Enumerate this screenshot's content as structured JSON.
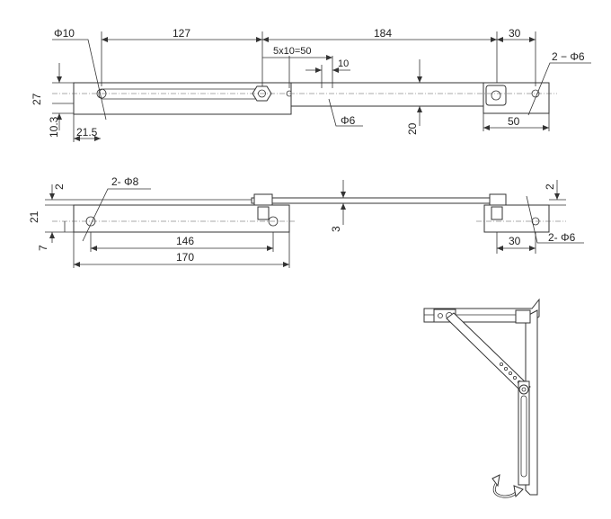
{
  "top_view": {
    "dims": {
      "hole_dia_left": "Φ10",
      "len_127": "127",
      "len_184": "184",
      "len_30_top": "30",
      "holes_pattern": "5x10=50",
      "hole_pitch": "10",
      "hole_dia_6": "Φ6",
      "height_27": "27",
      "offset_10_3": "10.3",
      "offset_21_5": "21.5",
      "height_20": "20",
      "width_50": "50",
      "holes_2x6": "2 − Φ6"
    }
  },
  "side_view": {
    "dims": {
      "thk_2_left": "2",
      "height_21": "21",
      "offset_7": "7",
      "holes_2x8": "2- Φ8",
      "len_146": "146",
      "len_170": "170",
      "gap_3": "3",
      "thk_2_right": "2",
      "len_30_bottom": "30",
      "holes_2x6_b": "2- Φ6"
    }
  },
  "iso_view": {
    "label": "",
    "arrow": "rotation-arrow-icon"
  }
}
